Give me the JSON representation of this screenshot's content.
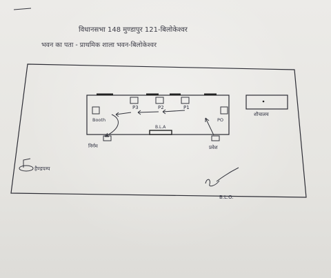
{
  "header": {
    "line1": "विधानसभा 148 मुण्डापुर 121-बिलोकेश्वर",
    "line2": "भवन का पता - प्राथमिक शाला भवन-बिलोकेश्वर"
  },
  "plan": {
    "labels": {
      "p3": "P3",
      "p2": "P2",
      "p1": "P1",
      "po": "PO",
      "booth": "Booth",
      "bla": "B.L.A",
      "exit": "निर्गम",
      "entry": "प्रवेश",
      "toilet": "शौचालय",
      "handpump": "हैण्डपम्प",
      "signature_caption": "B.L.O."
    }
  },
  "colors": {
    "ink": "#2b2b33",
    "paper": "#e8e7e3"
  }
}
